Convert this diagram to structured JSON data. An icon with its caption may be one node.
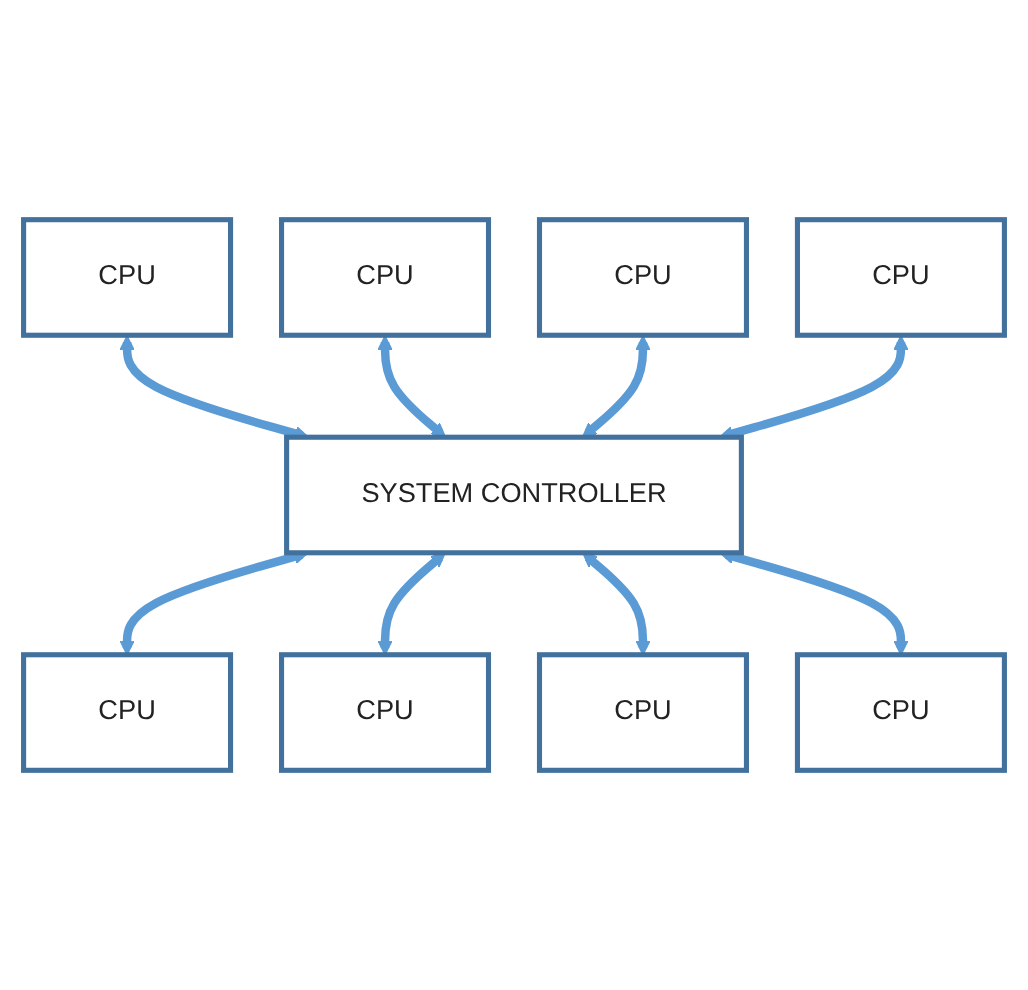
{
  "diagram": {
    "nodes": [
      {
        "text": [
          "CPU"
        ]
      },
      {
        "text": [
          "CPU"
        ]
      },
      {
        "text": [
          "CPU"
        ]
      },
      {
        "text": [
          "SYSTEM CONTROLLER"
        ]
      },
      {
        "text": [
          "CPU"
        ]
      },
      {
        "text": [
          "CPU"
        ]
      },
      {
        "text": [
          "CPU"
        ]
      },
      {
        "text": [
          "CPU"
        ]
      },
      {
        "text": [
          "CPU"
        ]
      }
    ],
    "edges": [
      {
        "from": 0,
        "to": 3,
        "arrow": "both"
      },
      {
        "from": 1,
        "to": 3,
        "arrow": "both"
      },
      {
        "from": 2,
        "to": 3,
        "arrow": "both"
      },
      {
        "from": 4,
        "to": 3,
        "arrow": "both"
      },
      {
        "from": 3,
        "to": 5,
        "arrow": "both"
      },
      {
        "from": 3,
        "to": 6,
        "arrow": "both"
      },
      {
        "from": 3,
        "to": 7,
        "arrow": "both"
      },
      {
        "from": 3,
        "to": 8,
        "arrow": "both"
      }
    ]
  }
}
